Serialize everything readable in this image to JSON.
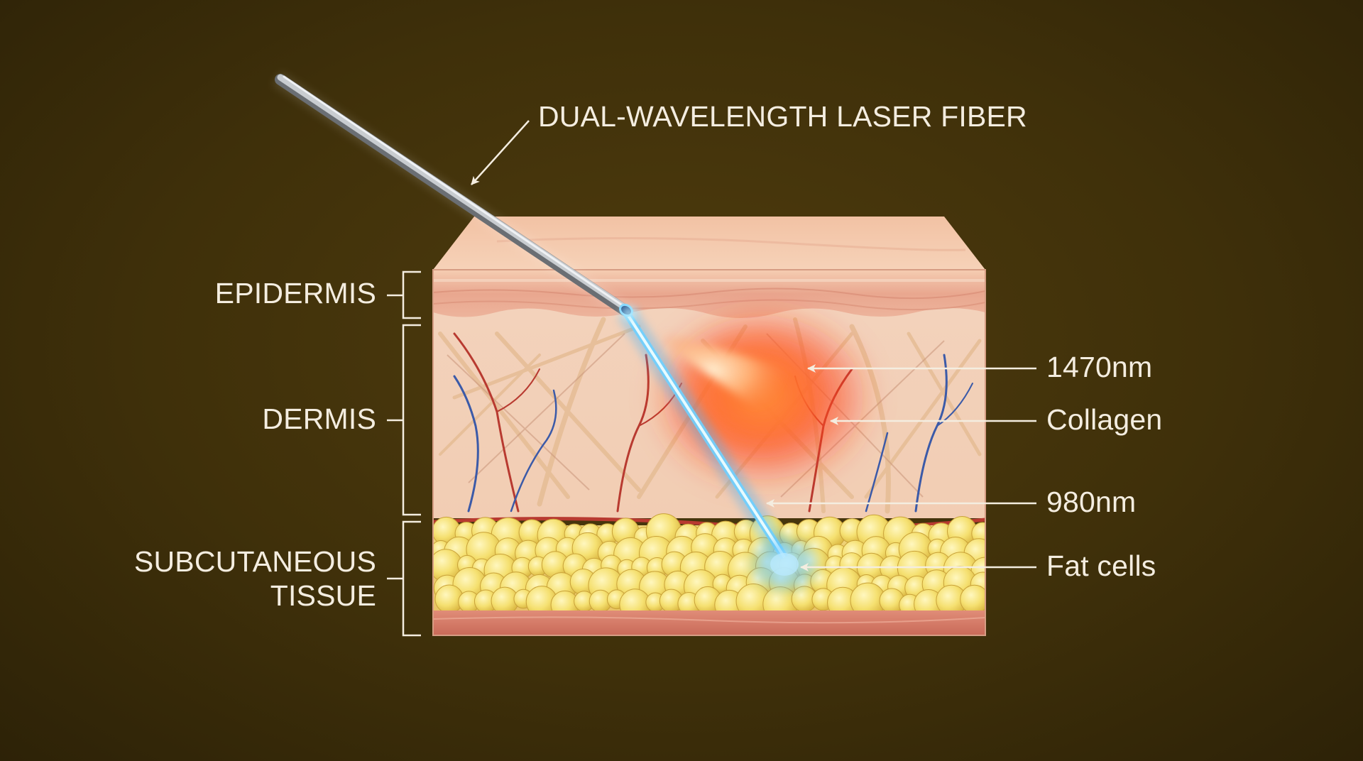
{
  "colors": {
    "background": "#3f300a",
    "label_text": "#f4ede0",
    "laser_1470nm": "#ff4a1c",
    "laser_980nm": "#3fb4ff",
    "fat_cells": "#f2df6a"
  },
  "labels": {
    "fiber": "DUAL-WAVELENGTH LASER FIBER",
    "epidermis": "EPIDERMIS",
    "dermis": "DERMIS",
    "subcutaneous_line1": "SUBCUTANEOUS",
    "subcutaneous_line2": "TISSUE",
    "wavelength_1470": "1470nm",
    "collagen": "Collagen",
    "wavelength_980": "980nm",
    "fat_cells": "Fat cells"
  }
}
